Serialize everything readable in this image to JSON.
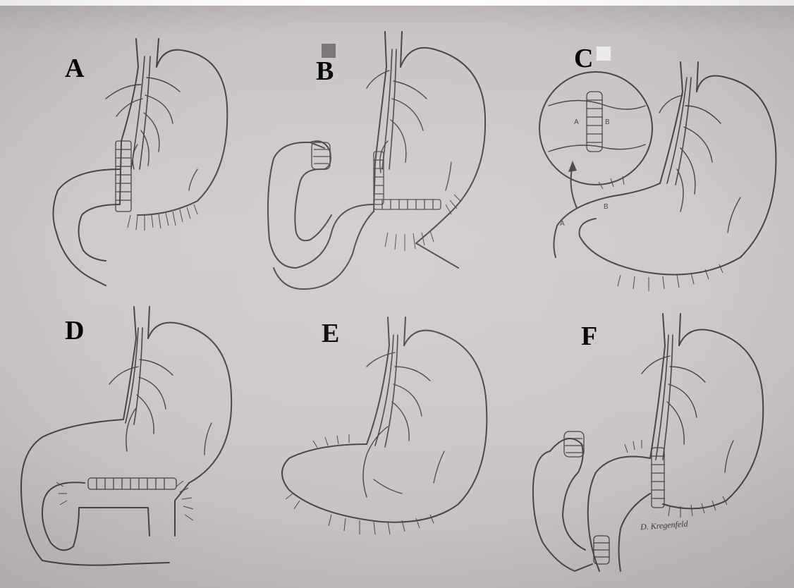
{
  "panels": [
    {
      "id": "A",
      "label": "A"
    },
    {
      "id": "B",
      "label": "B"
    },
    {
      "id": "C",
      "label": "C",
      "inset_labels": [
        "A",
        "B"
      ],
      "arrow_labels": [
        "A",
        "B"
      ]
    },
    {
      "id": "D",
      "label": "D"
    },
    {
      "id": "E",
      "label": "E"
    },
    {
      "id": "F",
      "label": "F"
    }
  ],
  "signature": "D. Kregenfeld",
  "colors": {
    "ink": "#4a4446",
    "paper": "#cbc6ca",
    "label": "#000000"
  }
}
